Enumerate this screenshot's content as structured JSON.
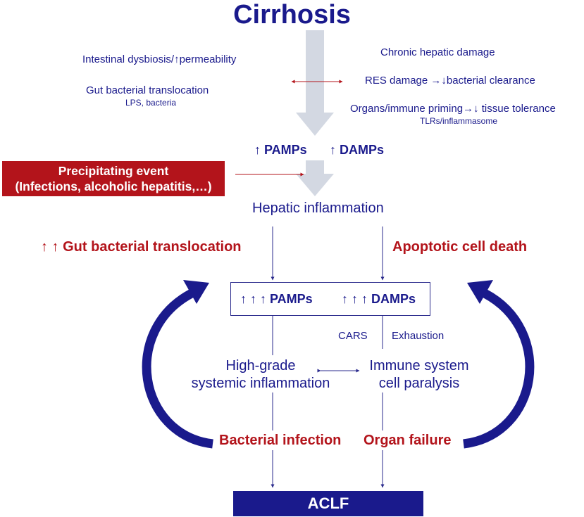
{
  "title": "Cirrhosis",
  "left_factors": {
    "line1": "Intestinal dysbiosis/↑permeability",
    "line2": "Gut bacterial translocation",
    "line2_sub": "LPS, bacteria"
  },
  "right_factors": {
    "line1": "Chronic hepatic damage",
    "line2": "RES damage →↓bacterial clearance",
    "line3": "Organs/immune priming→↓ tissue tolerance",
    "line3_sub": "TLRs/inflammasome"
  },
  "pamps_top": "↑ PAMPs",
  "damps_top": "↑ DAMPs",
  "precipitating": {
    "line1": "Precipitating event",
    "line2": "(Infections, alcoholic hepatitis,…)"
  },
  "hepatic_inflammation": "Hepatic inflammation",
  "gut_translocation": "↑ ↑ Gut bacterial translocation",
  "apoptotic": "Apoptotic cell death",
  "pamps_box": "↑ ↑ ↑ PAMPs",
  "damps_box": "↑ ↑ ↑ DAMPs",
  "cars": "CARS",
  "exhaustion": "Exhaustion",
  "systemic_inflammation": {
    "line1": "High-grade",
    "line2": "systemic inflammation"
  },
  "immune_paralysis": {
    "line1": "Immune system",
    "line2": "cell paralysis"
  },
  "bacterial_infection": "Bacterial infection",
  "organ_failure": "Organ failure",
  "aclf": "ACLF",
  "colors": {
    "navy": "#1a1a8c",
    "red": "#b3141b",
    "gray_arrow": "#d3d8e2"
  }
}
